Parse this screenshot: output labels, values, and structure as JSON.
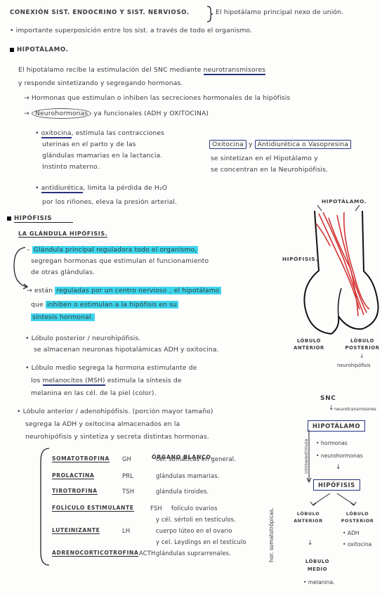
{
  "intro": {
    "title": "Conexión sist. endocrino y sist. nervioso.",
    "brace_note": "El hipotálamo principal nexo de unión.",
    "bullet": "importante superposición entre los sist. a través de todo el organismo."
  },
  "hipotalamo": {
    "heading": "Hipotálamo.",
    "line1_a": "El hipotálamo recibe la estimulación del SNC mediante",
    "line1_b": "neurotransmisores",
    "line2": "y responde sintetizando y segregando hormonas.",
    "arrow1": "→ Hormonas que estimulan o inhiben las secreciones hormonales de la hipófisis",
    "arrow2_a": "→",
    "arrow2_b": "Neurohormonas",
    "arrow2_c": "ya funcionales (ADH y OXITOCINA)",
    "oxi_a": "oxitocina",
    "oxi_b": ", estimula las contracciones",
    "oxi_2": "uterinas en el parto y de las",
    "oxi_3": "glándulas mamarias en la lactancia.",
    "oxi_4": "Instinto materno.",
    "box_oxi": "Oxitocina",
    "box_y": "y",
    "box_adh": "Antidiurética o Vasopresina",
    "box_l2": "se sintetizan en el Hipotálamo y",
    "box_l3": "se concentran en la Neurohipófisis.",
    "anti_a": "antidiurética",
    "anti_b": ", limita la pérdida de H₂O",
    "anti_2": "por los riñones, eleva la presión arterial."
  },
  "hipofisis": {
    "heading": "Hipófisis",
    "subheading": "La glándula hipófisis.",
    "b1_a": "Glándula principal reguladora todo el organismo,",
    "b1_2": "segregan hormonas que estimulan el funcionamiento",
    "b1_3": "de otras glándulas.",
    "b2_a": "→ están",
    "b2_b": "reguladas por un centro nervioso",
    "b2_c": ", el hipotálamo",
    "b2_2a": "que",
    "b2_2b": "inhiben o estimulan a la hipófisis en su",
    "b2_3": "síntesis hormonal.",
    "posterior_1": "• Lóbulo posterior / neurohipófisis.",
    "posterior_2": "se almacenan neuronas hipotalámicas ADH y oxitocina.",
    "medio_1": "• Lóbulo medio segrega la hormona estimulante de",
    "medio_2a": "los",
    "medio_2b": "melanocitos (MSH)",
    "medio_2c": "estimula la síntesis de",
    "medio_3": "melanina en las cél. de la piel (color).",
    "anterior_1": "• Lóbulo anterior / adenohipófisis. (porción mayor tamaño)",
    "anterior_2": "segrega la ADH y oxitocina almacenados en la",
    "anterior_3": "neurohipófisis y sintetiza y secreta distintas hormonas."
  },
  "hormone_table": {
    "target_header": "Órgano blanco.",
    "side_label": "hor. somatotrópicas.",
    "rows": [
      {
        "name": "Somatotrofina",
        "abbr": "GH",
        "target": "cel. somáticas en general."
      },
      {
        "name": "Prolactina",
        "abbr": "PRL",
        "target": "glándulas mamarias."
      },
      {
        "name": "Tirotrofina",
        "abbr": "TSH",
        "target": "glándula tiroides."
      },
      {
        "name": "Folículo estimulante",
        "abbr": "FSH",
        "target": "folículo ovarios"
      },
      {
        "name": "",
        "abbr": "",
        "target": "y cél. sértoli en testículos."
      },
      {
        "name": "Luteinizante",
        "abbr": "LH",
        "target": "cuerpo lúteo en el ovario"
      },
      {
        "name": "",
        "abbr": "",
        "target": "y cel. Leydings en el testículo"
      },
      {
        "name": "Adrenocorticotrofina",
        "abbr": "ACTH",
        "target": "glándulas suprarrenales."
      }
    ]
  },
  "anatomy": {
    "top_label": "Hipotálamo.",
    "side_label": "Hipófisis.",
    "left_lobe": "Lóbulo anterior",
    "right_lobe": "Lóbulo posterior",
    "neuro": "neurohipófisis"
  },
  "flow": {
    "snc": "SNC",
    "snc_note": "neurotransmisores",
    "hipotalamo": "Hipotálamo",
    "h_item1": "• hormonas",
    "h_item2": "• neurohormonas",
    "side": "inhibe/estimula",
    "hipofisis": "Hipófisis",
    "left": "Lóbulo anterior",
    "right": "Lóbulo posterior",
    "right_1": "• ADH",
    "right_2": "• oxitocina",
    "medio": "Lóbulo medio",
    "medio_1": "• melanina."
  },
  "colors": {
    "highlight": "#3dd6ee",
    "navy": "#27337a",
    "nerves": "#d33333"
  }
}
